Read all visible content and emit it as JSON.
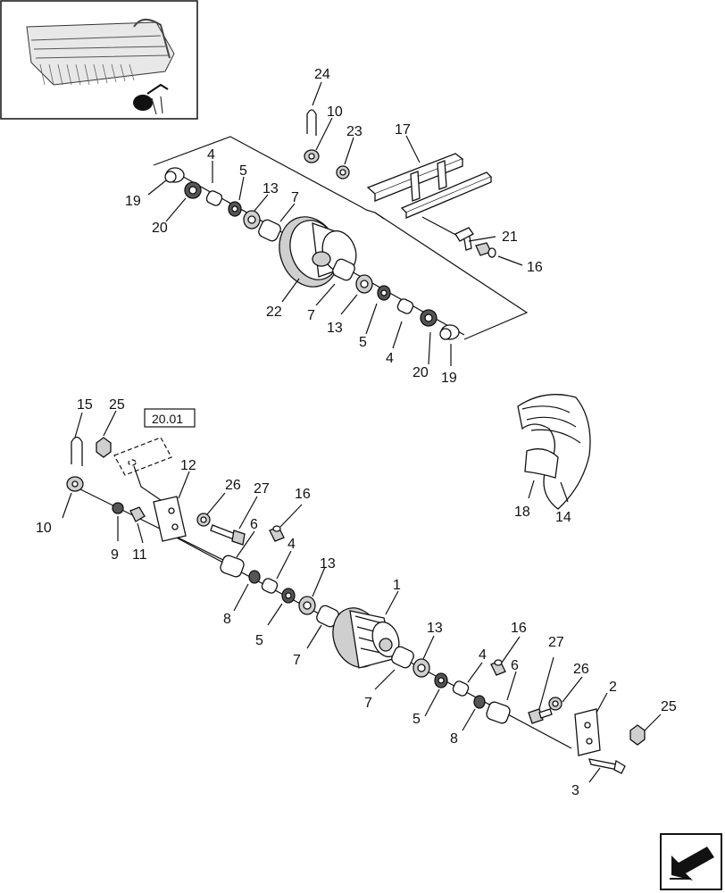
{
  "figure": {
    "reference_box": "20.01",
    "callouts": {
      "upper": {
        "n24": "24",
        "n10": "10",
        "n23": "23",
        "n17": "17",
        "n4a": "4",
        "n5a": "5",
        "n13a": "13",
        "n7a": "7",
        "n19a": "19",
        "n20a": "20",
        "n21": "21",
        "n16": "16",
        "n22": "22",
        "n7b": "7",
        "n13b": "13",
        "n5b": "5",
        "n4b": "4",
        "n20b": "20",
        "n19b": "19"
      },
      "tire": {
        "n18": "18",
        "n14": "14"
      },
      "lower": {
        "n15": "15",
        "n25a": "25",
        "n12": "12",
        "n10": "10",
        "n9": "9",
        "n11": "11",
        "n26a": "26",
        "n27a": "27",
        "n16a": "16",
        "n6a": "6",
        "n4a": "4",
        "n13a": "13",
        "n8a": "8",
        "n5a": "5",
        "n7a": "7",
        "n1": "1",
        "n13b": "13",
        "n16b": "16",
        "n4b": "4",
        "n7b": "7",
        "n5b": "5",
        "n6b": "6",
        "n8b": "8",
        "n27b": "27",
        "n26b": "26",
        "n2": "2",
        "n25b": "25",
        "n3": "3"
      }
    },
    "icons": [
      "header-thumbnail-icon",
      "next-page-arrow-icon"
    ]
  }
}
